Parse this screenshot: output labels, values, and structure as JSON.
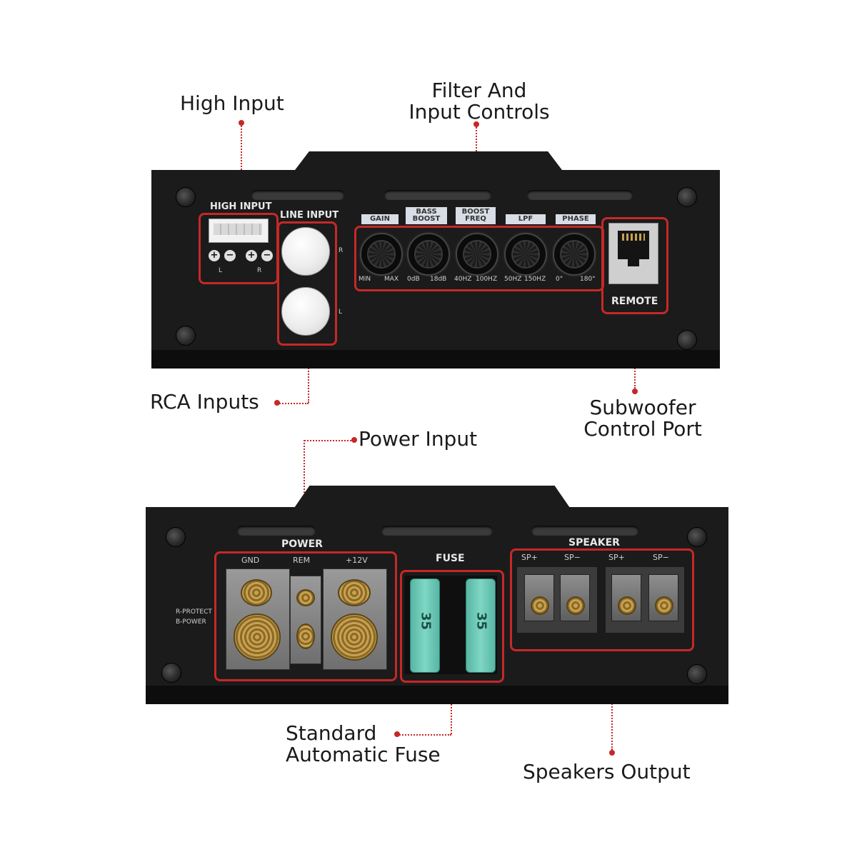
{
  "callouts": {
    "high_input": "High Input",
    "filter_controls_line1": "Filter And",
    "filter_controls_line2": "Input Controls",
    "rca_inputs": "RCA Inputs",
    "subwoofer_line1": "Subwoofer",
    "subwoofer_line2": "Control Port",
    "power_input": "Power Input",
    "fuse_line1": "Standard",
    "fuse_line2": "Automatic Fuse",
    "speakers_output": "Speakers Output"
  },
  "top_panel": {
    "high_input_label": "HIGH INPUT",
    "high_input_pins": [
      "+",
      "−",
      "+",
      "−"
    ],
    "high_input_sub": [
      "L",
      "R"
    ],
    "line_input_label": "LINE INPUT",
    "line_input_r": "R",
    "line_input_l": "L",
    "controls": [
      {
        "tag": "GAIN",
        "min": "MIN",
        "max": "MAX"
      },
      {
        "tag": "BASS BOOST",
        "min": "0dB",
        "max": "18dB"
      },
      {
        "tag": "BOOST FREQ",
        "min": "40HZ",
        "max": "100HZ"
      },
      {
        "tag": "LPF",
        "min": "50HZ",
        "max": "150HZ"
      },
      {
        "tag": "PHASE",
        "min": "0°",
        "max": "180°"
      }
    ],
    "remote_label": "REMOTE"
  },
  "bottom_panel": {
    "power_label": "POWER",
    "power_terminals": [
      "GND",
      "REM",
      "+12V"
    ],
    "status": [
      "R-PROTECT",
      "B-POWER"
    ],
    "fuse_label": "FUSE",
    "fuse_rating": "35",
    "speaker_label": "SPEAKER",
    "speaker_terminals": [
      "SP+",
      "SP−",
      "SP+",
      "SP−"
    ]
  },
  "colors": {
    "accent": "#c62828",
    "chassis": "#1b1b1b",
    "fuse": "#7fd6c4"
  }
}
